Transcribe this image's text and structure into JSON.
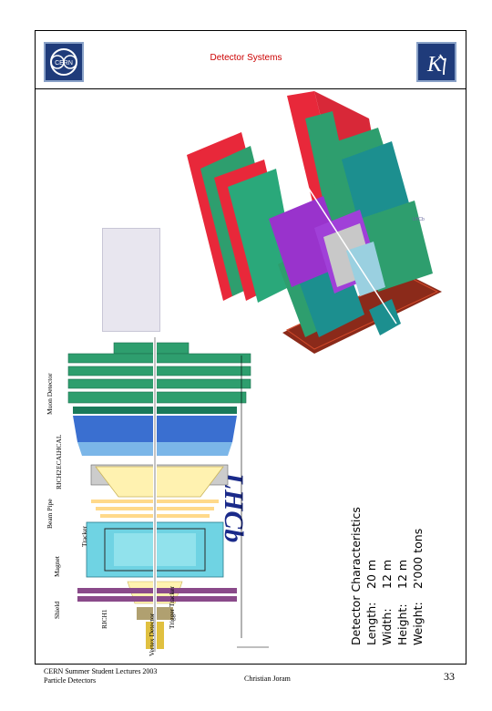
{
  "header": {
    "title": "Detector Systems",
    "left_logo": "CERN logo",
    "right_logo": "Kγ logo"
  },
  "lhcb_logo": {
    "text": "LHCb"
  },
  "specs": {
    "heading": "Detector Characteristics",
    "rows": [
      {
        "label": "Length:",
        "value": "20 m"
      },
      {
        "label": "Width:",
        "value": "12 m"
      },
      {
        "label": "Height:",
        "value": "12 m"
      },
      {
        "label": "Weight:",
        "value": "2'000 tons"
      }
    ]
  },
  "diagram_labels": {
    "muon": "Muon Detector",
    "hcal": "HCAL",
    "ecal": "ECAL",
    "rich2": "RICH2",
    "tracker": "Tracker",
    "rich1": "RICH1",
    "magnet": "Magnet",
    "shield": "Shield",
    "vertex": "Vertex Detector",
    "trigger": "Trigger Tracker",
    "beam": "Beam Pipe"
  },
  "footer": {
    "left_line1": "CERN Summer Student Lectures 2003",
    "left_line2": "Particle Detectors",
    "center": "Christian Joram",
    "page": "33"
  },
  "colors": {
    "title": "#cc0000",
    "logo_bg": "#1f3b7a",
    "muon": "#2e9e6e",
    "ecal": "#7bb6e8",
    "hcal": "#3a6fd0",
    "magnet": "#6fd3e3",
    "rich": "#fff2b0",
    "red_panels": "#e8283a",
    "magenta": "#9933cc",
    "teal": "#1c8f8f",
    "shield_brown": "#8b2a1a"
  }
}
